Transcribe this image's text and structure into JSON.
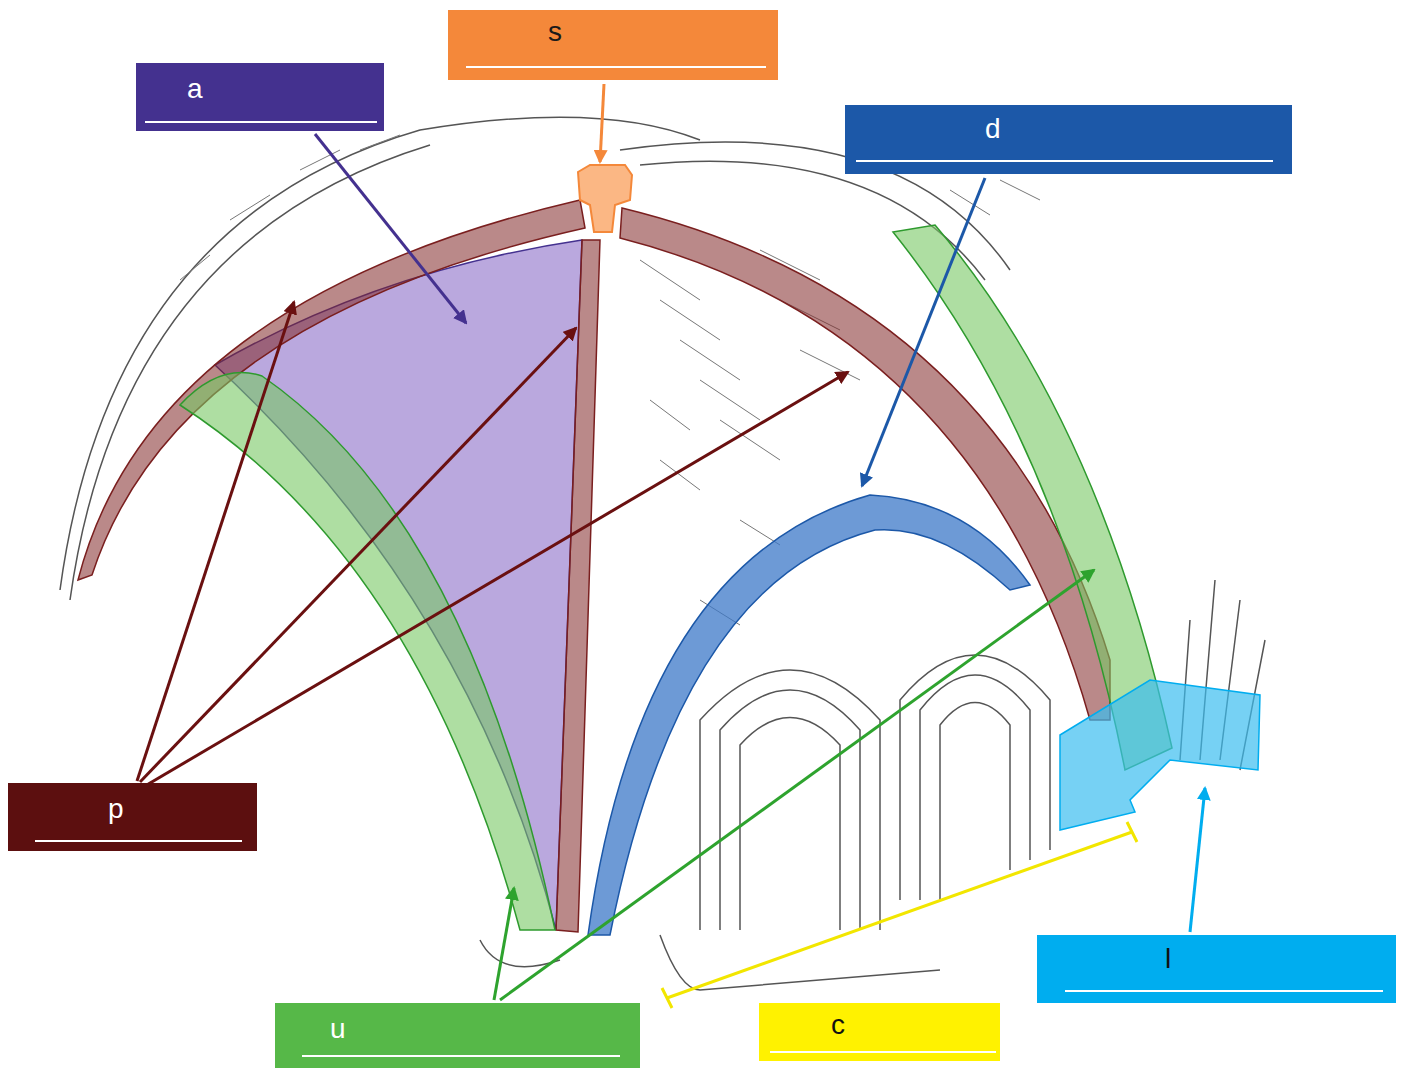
{
  "diagram": {
    "nodes": [
      {
        "text": [
          "a"
        ]
      },
      {
        "text": [
          "s"
        ]
      },
      {
        "text": [
          "d"
        ]
      },
      {
        "text": [
          "p"
        ]
      },
      {
        "text": [
          "l"
        ]
      },
      {
        "text": [
          "u"
        ]
      },
      {
        "text": [
          "c"
        ]
      }
    ]
  }
}
